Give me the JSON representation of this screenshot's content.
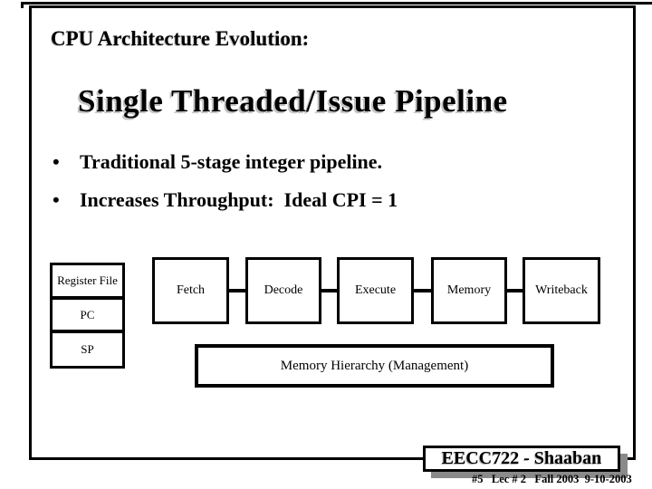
{
  "colors": {
    "background": "#ffffff",
    "text": "#000000",
    "frame_line": "#000000",
    "title_shadow": "#c4c4c4",
    "footer_shadow": "#8a8a8a"
  },
  "header": {
    "label": "CPU Architecture Evolution:"
  },
  "title": {
    "text": "Single Threaded/Issue Pipeline"
  },
  "bullets": [
    {
      "marker": "•",
      "text": "Traditional 5-stage integer pipeline."
    },
    {
      "marker": "•",
      "text": "Increases Throughput:  Ideal CPI = 1"
    }
  ],
  "diagram": {
    "register_stack": [
      "Register File",
      "PC",
      "SP"
    ],
    "stages": [
      "Fetch",
      "Decode",
      "Execute",
      "Memory",
      "Writeback"
    ],
    "memory_box": "Memory Hierarchy (Management)"
  },
  "footer": {
    "course": "EECC722 - Shaaban",
    "meta": "#5   Lec # 2   Fall 2003  9-10-2003"
  }
}
